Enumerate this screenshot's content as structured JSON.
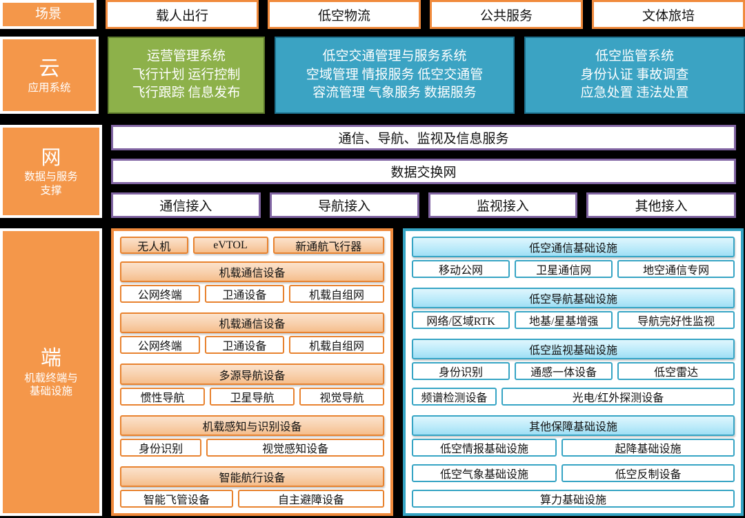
{
  "colors": {
    "orange": "#F4974A",
    "orange_border": "#F08A3C",
    "green": "#8DB14A",
    "blue": "#3BA3C3",
    "purple": "#8064A2",
    "cyan_border": "#35A4C4",
    "background": "#000000"
  },
  "scene": {
    "label": "场景",
    "boxes": [
      {
        "label": "载人出行"
      },
      {
        "label": "低空物流"
      },
      {
        "label": "公共服务"
      },
      {
        "label": "文体旅培"
      }
    ]
  },
  "cloud": {
    "label_main": "云",
    "label_sub": "应用系统",
    "boxes": [
      {
        "title": "运营管理系统",
        "line2": "飞行计划  运行控制",
        "line3": "飞行跟踪  信息发布",
        "color": "green"
      },
      {
        "title": "低空交通管理与服务系统",
        "line2": "空域管理 情报服务 低空交通管",
        "line3": "容流管理 气象服务 数据服务",
        "color": "blue"
      },
      {
        "title": "低空监管系统",
        "line2": "身份认证 事故调查",
        "line3": "应急处置 违法处置",
        "color": "blue"
      }
    ]
  },
  "network": {
    "label_main": "网",
    "label_sub1": "数据与服务",
    "label_sub2": "支撑",
    "bars": [
      {
        "label": "通信、导航、监视及信息服务"
      },
      {
        "label": "数据交换网"
      }
    ],
    "access": [
      {
        "label": "通信接入"
      },
      {
        "label": "导航接入"
      },
      {
        "label": "监视接入"
      },
      {
        "label": "其他接入"
      }
    ]
  },
  "terminal": {
    "label_main": "端",
    "label_sub1": "机载终端与",
    "label_sub2": "基础设施",
    "airborne": {
      "aircraft": [
        {
          "label": "无人机"
        },
        {
          "label": "eVTOL"
        },
        {
          "label": "新通航飞行器"
        }
      ],
      "groups": [
        {
          "header": "机载通信设备",
          "items": [
            {
              "label": "公网终端"
            },
            {
              "label": "卫通设备"
            },
            {
              "label": "机载自组网"
            }
          ]
        },
        {
          "header": "机载通信设备",
          "items": [
            {
              "label": "公网终端"
            },
            {
              "label": "卫通设备"
            },
            {
              "label": "机载自组网"
            }
          ]
        },
        {
          "header": "多源导航设备",
          "items": [
            {
              "label": "惯性导航"
            },
            {
              "label": "卫星导航"
            },
            {
              "label": "视觉导航"
            }
          ]
        },
        {
          "header": "机载感知与识别设备",
          "items": [
            {
              "label": "身份识别"
            },
            {
              "label": "视觉感知设备"
            }
          ]
        },
        {
          "header": "智能航行设备",
          "items": [
            {
              "label": "智能飞管设备"
            },
            {
              "label": "自主避障设备"
            }
          ]
        }
      ]
    },
    "infrastructure": {
      "groups": [
        {
          "header": "低空通信基础设施",
          "rows": [
            [
              {
                "label": "移动公网"
              },
              {
                "label": "卫星通信网"
              },
              {
                "label": "地空通信专网"
              }
            ]
          ]
        },
        {
          "header": "低空导航基础设施",
          "rows": [
            [
              {
                "label": "网络/区域RTK"
              },
              {
                "label": "地基/星基增强"
              },
              {
                "label": "导航完好性监视"
              }
            ]
          ]
        },
        {
          "header": "低空监视基础设施",
          "rows": [
            [
              {
                "label": "身份识别"
              },
              {
                "label": "通感一体设备"
              },
              {
                "label": "低空雷达"
              }
            ],
            [
              {
                "label": "频谱检测设备"
              },
              {
                "label": "光电/红外探测设备"
              }
            ]
          ]
        },
        {
          "header": "其他保障基础设施",
          "rows": [
            [
              {
                "label": "低空情报基础设施"
              },
              {
                "label": "起降基础设施"
              }
            ],
            [
              {
                "label": "低空气象基础设施"
              },
              {
                "label": "低空反制设备"
              }
            ],
            [
              {
                "label": "算力基础设施"
              }
            ]
          ]
        }
      ]
    }
  }
}
